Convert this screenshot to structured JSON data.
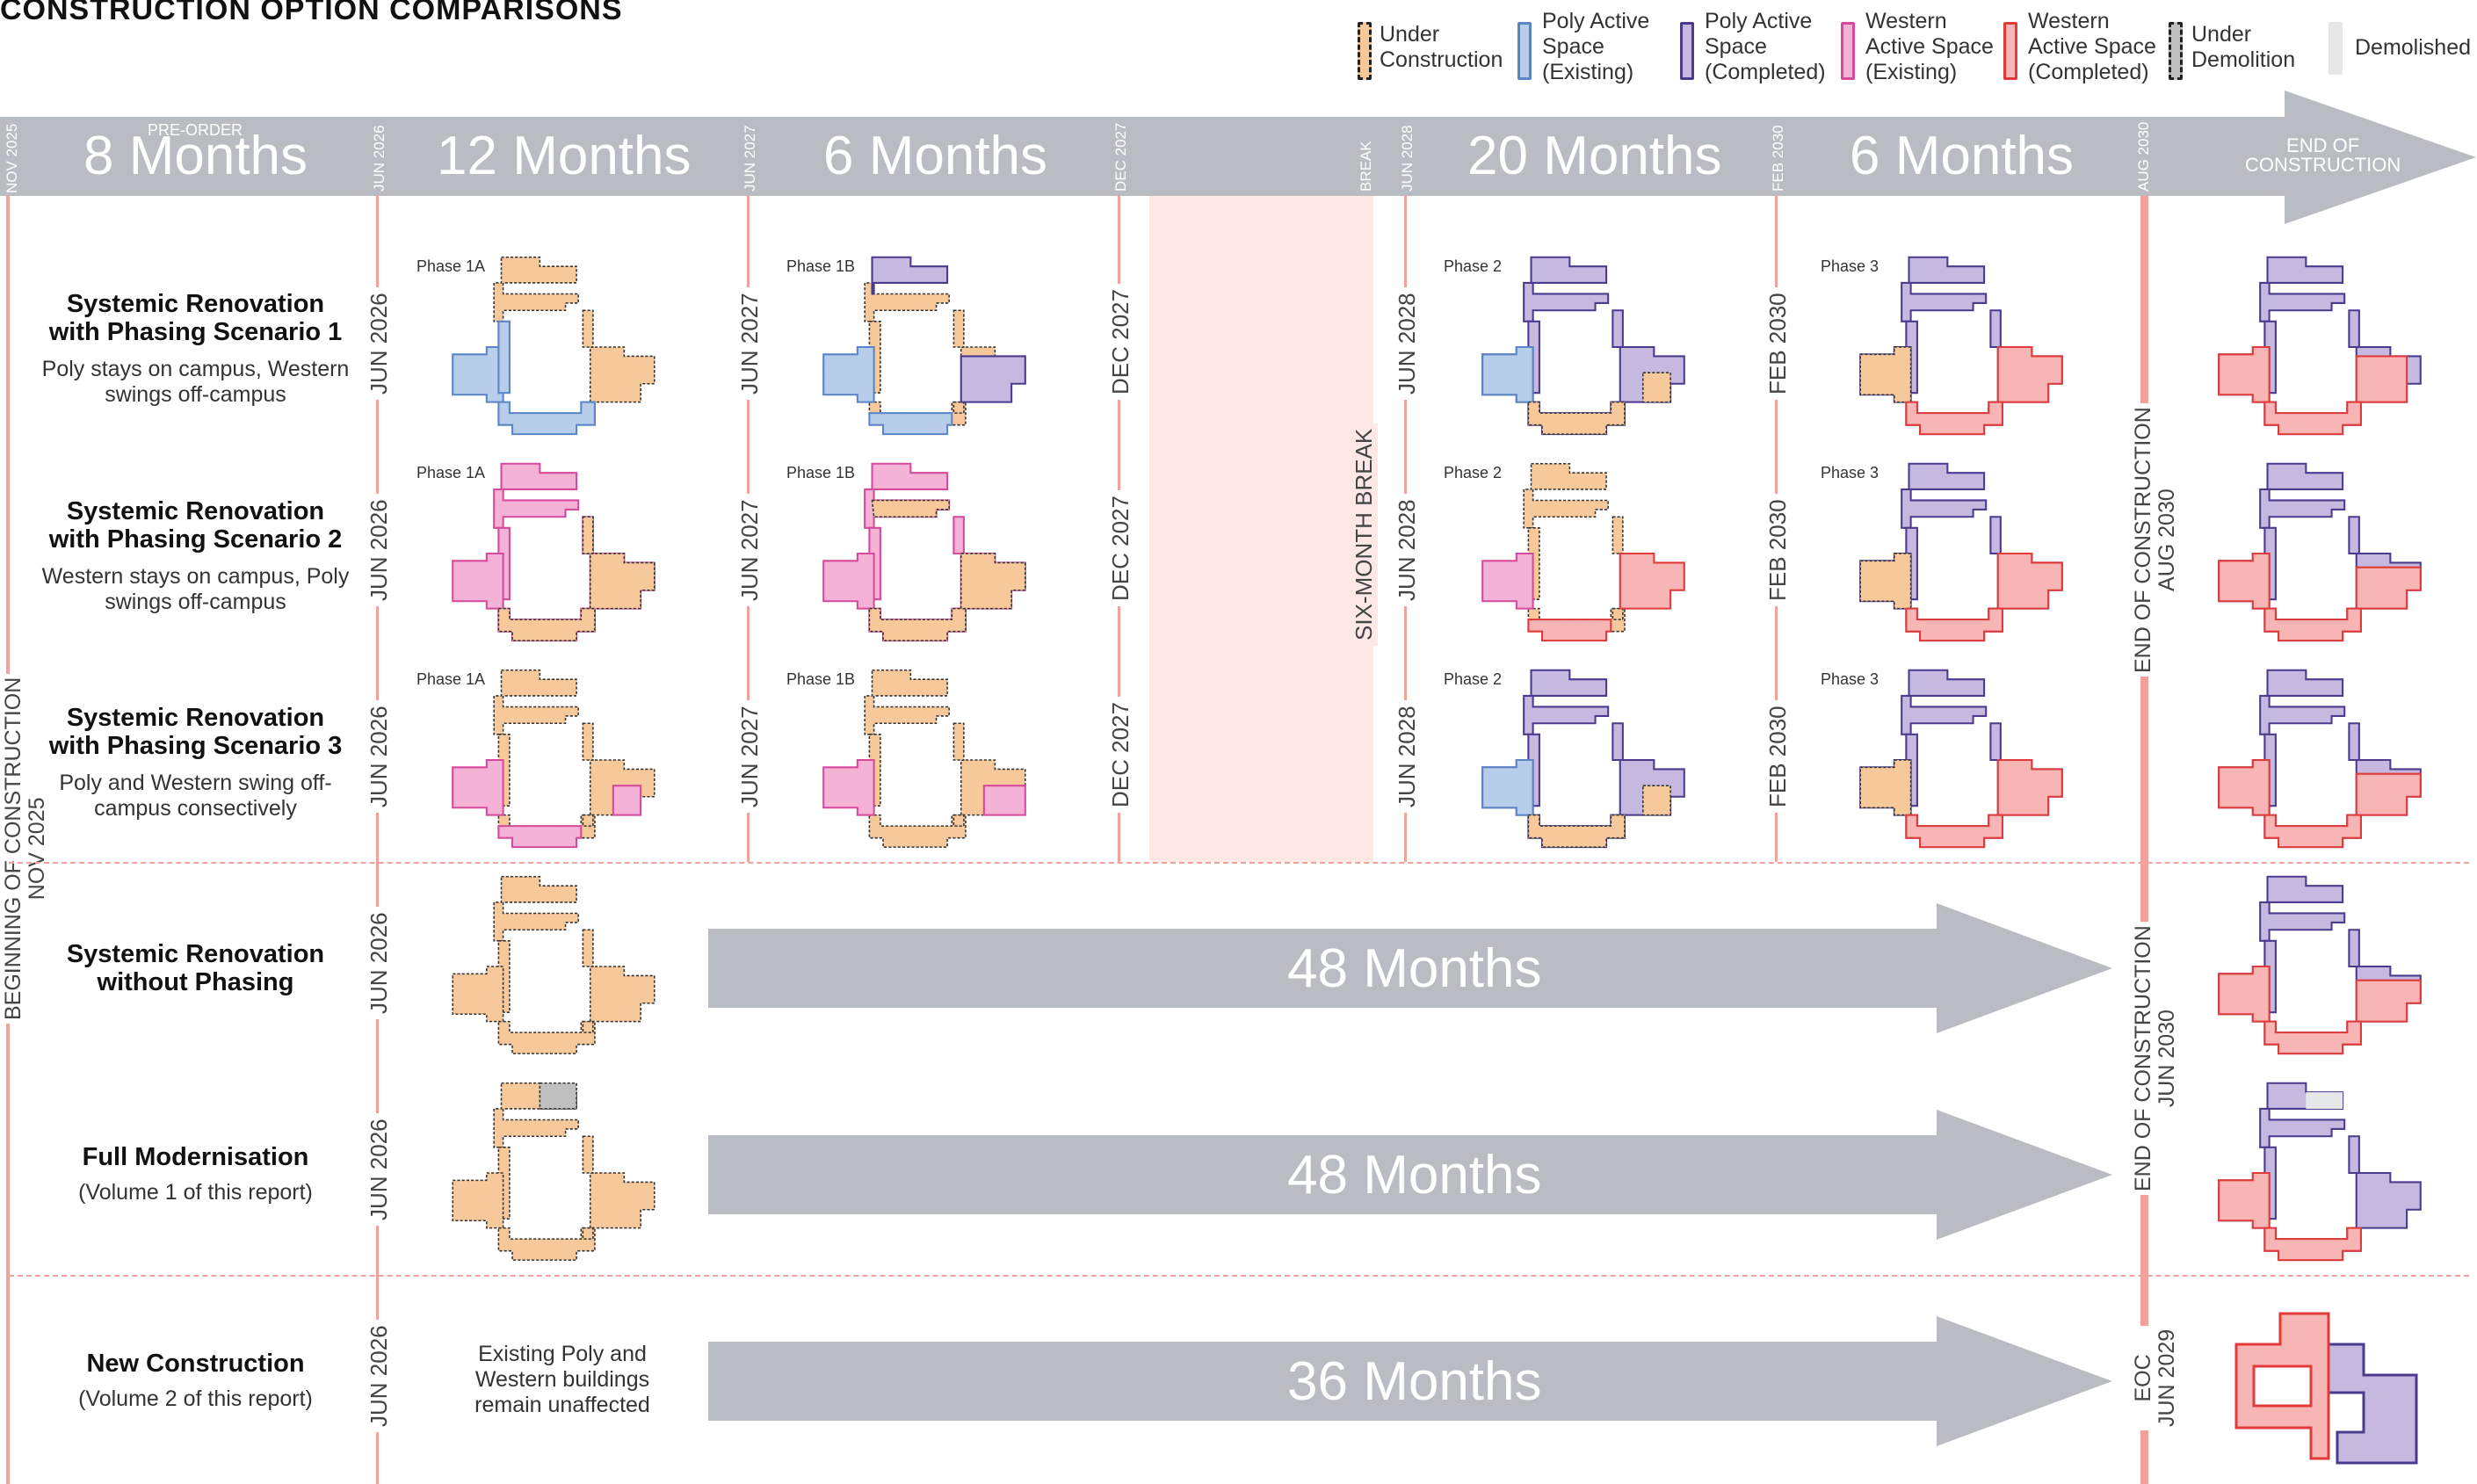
{
  "title": "CONSTRUCTION OPTION COMPARISONS",
  "legend": [
    {
      "label_lines": [
        "Under",
        "Construction"
      ],
      "icon": "under-construction-swatch",
      "color": "#f6c89a",
      "border": "dashed"
    },
    {
      "label_lines": [
        "Poly Active",
        "Space",
        "(Existing)"
      ],
      "icon": "poly-existing-swatch",
      "color": "#b7cdea"
    },
    {
      "label_lines": [
        "Poly Active",
        "Space",
        "(Completed)"
      ],
      "icon": "poly-completed-swatch",
      "color": "#c6b9df"
    },
    {
      "label_lines": [
        "Western",
        "Active Space",
        "(Existing)"
      ],
      "icon": "western-existing-swatch",
      "color": "#f4b3d6"
    },
    {
      "label_lines": [
        "Western",
        "Active Space",
        "(Completed)"
      ],
      "icon": "western-completed-swatch",
      "color": "#f7b5b5"
    },
    {
      "label_lines": [
        "Under",
        "Demolition"
      ],
      "icon": "under-demolition-swatch",
      "color": "#bfbfbf",
      "border": "dashed"
    },
    {
      "label_lines": [
        "Demolished"
      ],
      "icon": "demolished-swatch",
      "color": "#e6e7e9"
    }
  ],
  "timeline": {
    "durations": [
      "8 Months",
      "12 Months",
      "6 Months",
      "20 Months",
      "6 Months"
    ],
    "pre_order": "PRE-ORDER",
    "end_label_lines": [
      "END OF",
      "CONSTRUCTION"
    ],
    "heads": [
      "NOV 2025",
      "JUN 2026",
      "JUN 2027",
      "DEC 2027",
      "BREAK",
      "JUN 2028",
      "FEB 2030",
      "AUG 2030"
    ]
  },
  "vertical_labels": {
    "beginning_lines": [
      "BEGINNING OF CONSTRUCTION",
      "NOV 2025"
    ],
    "six_month_break": "SIX-MONTH BREAK",
    "jun2026": "JUN 2026",
    "jun2027": "JUN 2027",
    "dec2027": "DEC 2027",
    "jun2028": "JUN 2028",
    "feb2030": "FEB 2030",
    "eoc_aug_lines": [
      "END OF CONSTRUCTION",
      "AUG 2030"
    ],
    "eoc_jun_lines": [
      "END OF CONSTRUCTION",
      "JUN 2030"
    ],
    "eoc_short_lines": [
      "EOC",
      "JUN 2029"
    ]
  },
  "phases": {
    "p1a": "Phase 1A",
    "p1b": "Phase 1B",
    "p2": "Phase 2",
    "p3": "Phase 3"
  },
  "rows": [
    {
      "title_lines": [
        "Systemic Renovation",
        "with Phasing Scenario 1"
      ],
      "sub_lines": [
        "Poly stays on campus, Western",
        "swings off-campus"
      ]
    },
    {
      "title_lines": [
        "Systemic Renovation",
        "with Phasing Scenario 2"
      ],
      "sub_lines": [
        "Western stays on campus, Poly",
        "swings off-campus"
      ]
    },
    {
      "title_lines": [
        "Systemic Renovation",
        "with Phasing Scenario 3"
      ],
      "sub_lines": [
        "Poly and Western swing off-",
        "campus consectively"
      ]
    },
    {
      "title_lines": [
        "Systemic Renovation",
        "without Phasing"
      ],
      "sub_lines": []
    },
    {
      "title_lines": [
        "Full Modernisation"
      ],
      "sub_lines": [
        "(Volume 1 of this report)"
      ]
    },
    {
      "title_lines": [
        "New Construction"
      ],
      "sub_lines": [
        "(Volume 2 of this report)"
      ]
    }
  ],
  "big_arrows": [
    "48 Months",
    "48 Months",
    "36 Months"
  ],
  "new_construction_note": [
    "Existing Poly and",
    "Western buildings",
    "remain unaffected"
  ]
}
